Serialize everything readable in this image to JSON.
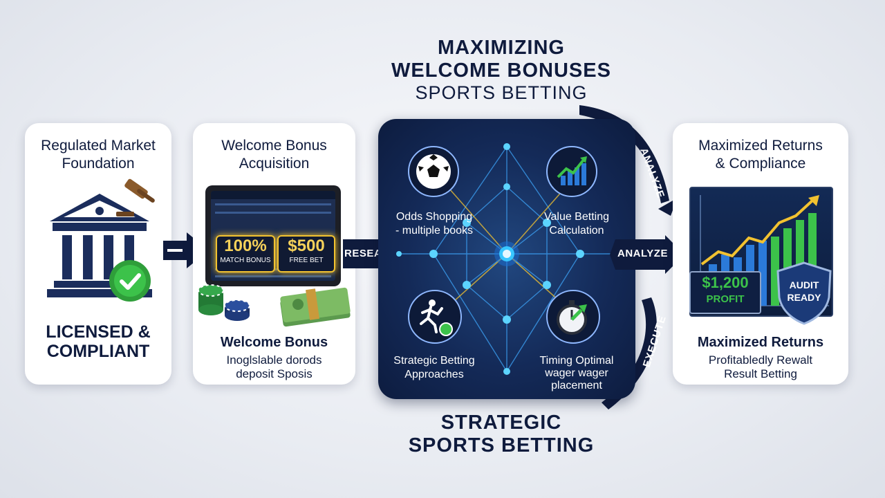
{
  "header": {
    "line1": "MAXIMIZING",
    "line2": "WELCOME BONUSES",
    "line3": "SPORTS BETTING"
  },
  "footer": {
    "line1": "STRATEGIC",
    "line2": "SPORTS BETTING"
  },
  "card1": {
    "title_line1": "Regulated Market",
    "title_line2": "Foundation",
    "status_line1": "LICENSED &",
    "status_line2": "COMPLIANT",
    "icons": [
      "bank-icon",
      "gavel-icon",
      "checkmark-badge-icon"
    ]
  },
  "card2": {
    "title_line1": "Welcome Bonus",
    "title_line2": "Acquisition",
    "offer1_line1": "100%",
    "offer1_line2": "MATCH BONUS",
    "offer2_line1": "$500",
    "offer2_line2": "FREE BET",
    "caption": "Welcome Bonus",
    "desc_line1": "Inoglslable dorods",
    "desc_line2": "deposit Sposis",
    "icons": [
      "tablet-icon",
      "poker-chips-icon",
      "cash-stack-icon"
    ]
  },
  "panel": {
    "node1_line1": "Odds Shopping",
    "node1_line2": "- multiple books",
    "node2_line1": "Value Betting",
    "node2_line2": "Calculation",
    "node3_line1": "Strategic Betting",
    "node3_line2": "Approaches",
    "node4_line1": "Timing Optimal",
    "node4_line2": "wager wager",
    "node4_line3": "placement",
    "icons": [
      "soccer-ball-icon",
      "growth-chart-icon",
      "athlete-icon",
      "stopwatch-icon"
    ]
  },
  "arrows": {
    "research": "RESEARCH",
    "analyze": "ANALYZE",
    "analyze_curve": "ANALYZE",
    "execute_curve": "EXECUTE"
  },
  "card4": {
    "title_line1": "Maximized Returns",
    "title_line2": "& Compliance",
    "profit_amount": "$1,200",
    "profit_label": "PROFIT",
    "audit_line1": "AUDIT",
    "audit_line2": "READY",
    "caption": "Maximized Returns",
    "desc_line1": "Profitabledly Rewalt",
    "desc_line2": "Result Betting",
    "icons": [
      "bar-chart-icon",
      "shield-icon"
    ]
  },
  "colors": {
    "navy": "#0f1b3d",
    "panel_blue": "#142a58",
    "green": "#3cc24a",
    "gold": "#f2c230",
    "glow": "#38c6ff"
  }
}
